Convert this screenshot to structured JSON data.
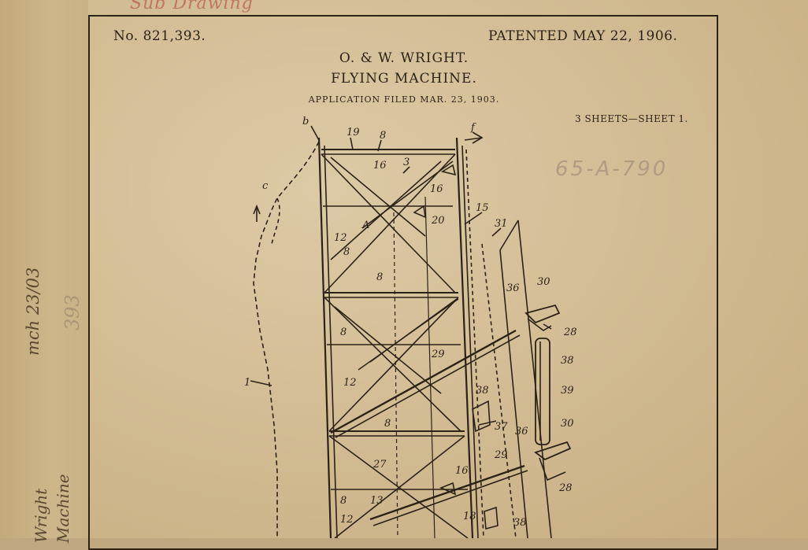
{
  "header": {
    "patent_number": "No. 821,393.",
    "patented_date": "PATENTED MAY 22, 1906.",
    "inventors": "O. & W. WRIGHT.",
    "invention_title": "FLYING MACHINE.",
    "application_filed": "APPLICATION FILED MAR. 23, 1903.",
    "sheet_info": "3 SHEETS—SHEET 1."
  },
  "stamp_number": "65-A-790",
  "handwriting": {
    "red_note": "Sub Drawing",
    "margin_date": "mch 23/03",
    "margin_number": "393",
    "margin_name_line1": "Wright",
    "margin_name_line2": "Machine"
  },
  "figure_labels": [
    "b",
    "19",
    "8",
    "16",
    "3",
    "16",
    "c",
    "A",
    "20",
    "15",
    "31",
    "12",
    "8",
    "8",
    "36",
    "30",
    "8",
    "28",
    "29",
    "38",
    "39",
    "1",
    "12",
    "38",
    "8",
    "37",
    "36",
    "30",
    "27",
    "29",
    "16",
    "13",
    "28",
    "12",
    "8",
    "18",
    "38",
    "f"
  ],
  "colors": {
    "paper": "#d3bd94",
    "ink": "#2b2218",
    "red_ink": "#b8604c"
  }
}
